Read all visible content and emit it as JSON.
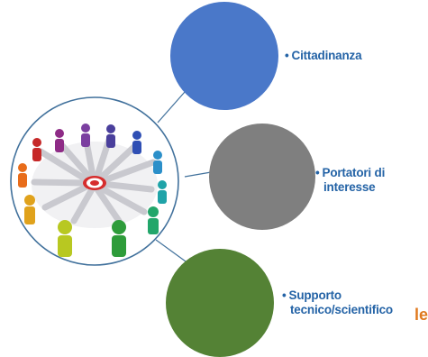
{
  "diagram": {
    "colors": {
      "cittadinanza": "#4a78c9",
      "portatori": "#7f7f7f",
      "supporto": "#548235",
      "connector": "#41719c",
      "hub_ring": "#41719c",
      "label": "#2463a6",
      "edge_fragment": "#e07a1f"
    },
    "hub": {
      "icon": "people-around-target-icon"
    },
    "nodes": [
      {
        "id": "cittadinanza",
        "bullet": "•",
        "label": "Cittadinanza"
      },
      {
        "id": "portatori",
        "bullet": "•",
        "label_line1": "Portatori di",
        "label_line2": "interesse"
      },
      {
        "id": "supporto",
        "bullet": "•",
        "label_line1": "Supporto",
        "label_line2": "tecnico/scientifico"
      }
    ],
    "edge_fragment": "le"
  }
}
